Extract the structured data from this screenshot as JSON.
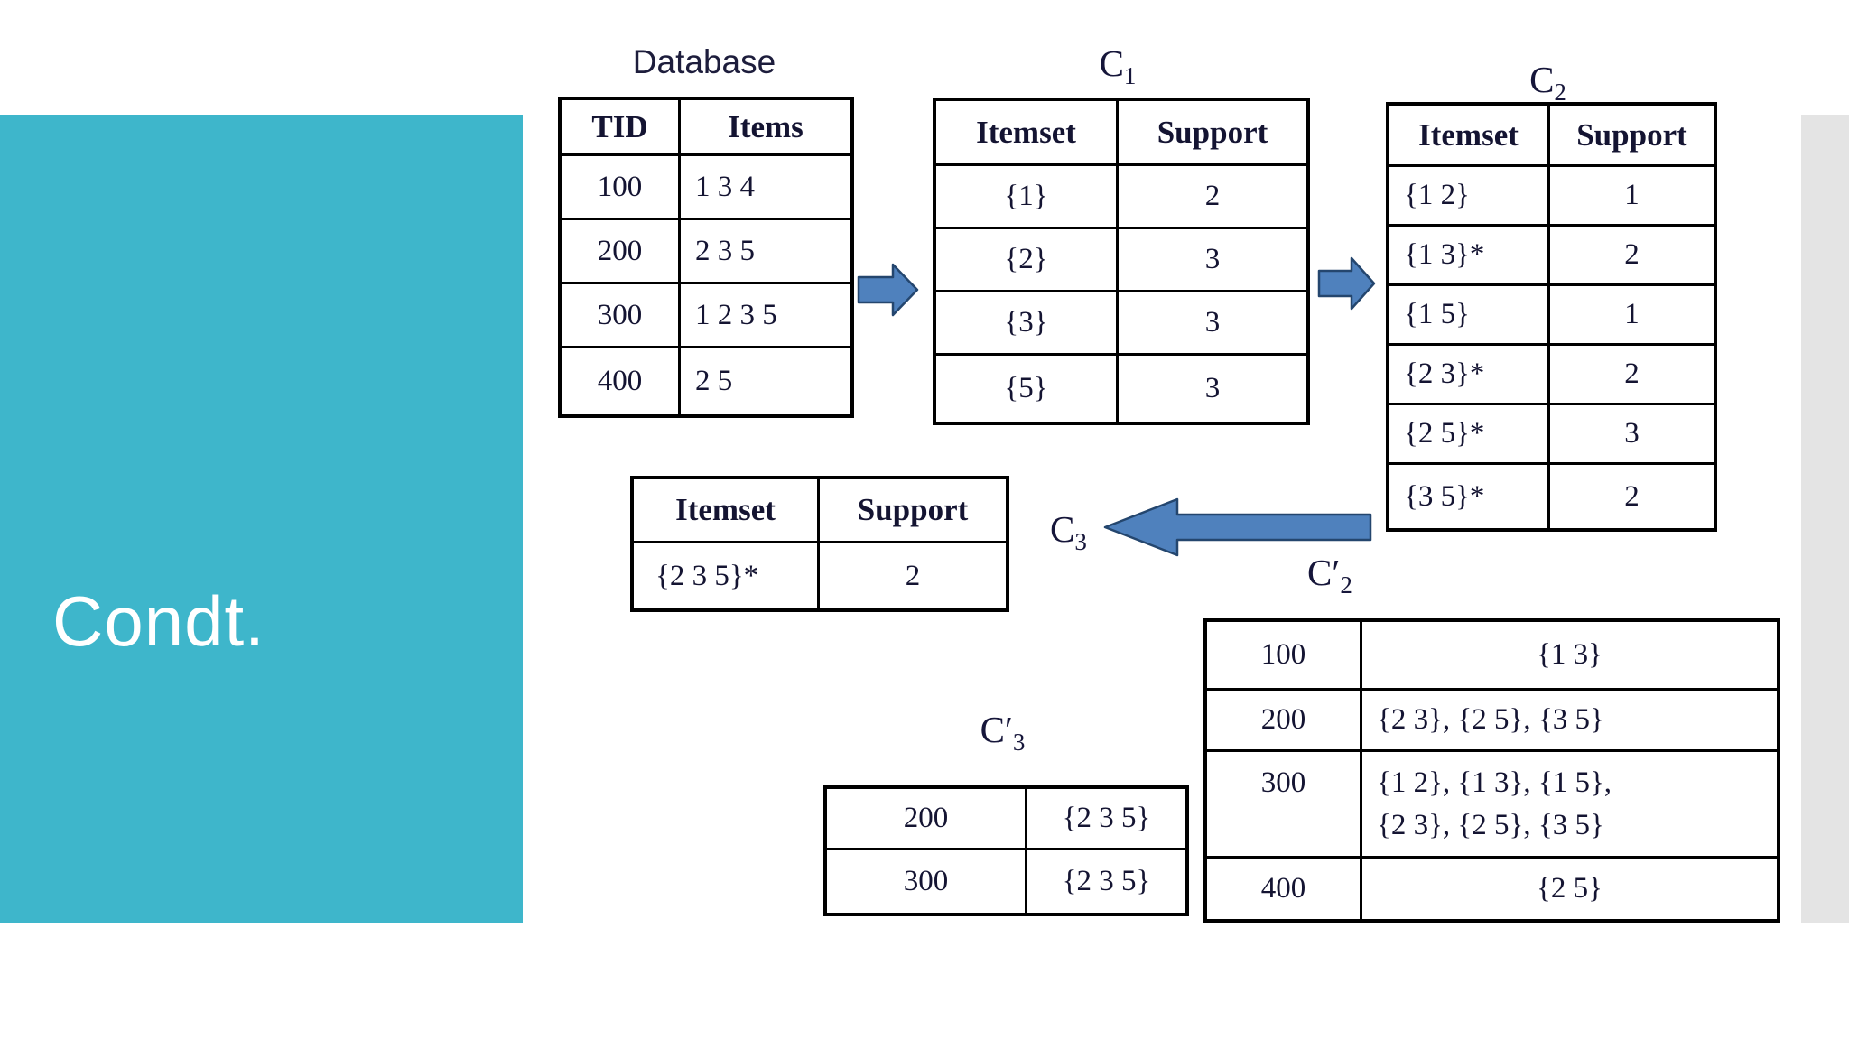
{
  "panel": {
    "title": "Condt."
  },
  "labels": {
    "database": "Database",
    "c1": {
      "base": "C",
      "sub": "1"
    },
    "c2": {
      "base": "C",
      "sub": "2"
    },
    "c3": {
      "base": "C",
      "sub": "3"
    },
    "c2_prime": {
      "base": "C′",
      "sub": "2"
    },
    "c3_prime": {
      "base": "C′",
      "sub": "3"
    }
  },
  "database_table": {
    "headers": [
      "TID",
      "Items"
    ],
    "rows": [
      [
        "100",
        "1 3 4"
      ],
      [
        "200",
        "2 3 5"
      ],
      [
        "300",
        "1 2 3 5"
      ],
      [
        "400",
        "2 5"
      ]
    ]
  },
  "c1_table": {
    "headers": [
      "Itemset",
      "Support"
    ],
    "rows": [
      [
        "{1}",
        "2"
      ],
      [
        "{2}",
        "3"
      ],
      [
        "{3}",
        "3"
      ],
      [
        "{5}",
        "3"
      ]
    ]
  },
  "c2_table": {
    "headers": [
      "Itemset",
      "Support"
    ],
    "rows": [
      [
        "{1 2}",
        "1"
      ],
      [
        "{1 3}*",
        "2"
      ],
      [
        "{1 5}",
        "1"
      ],
      [
        "{2 3}*",
        "2"
      ],
      [
        "{2 5}*",
        "3"
      ],
      [
        "{3 5}*",
        "2"
      ]
    ]
  },
  "l3_table": {
    "headers": [
      "Itemset",
      "Support"
    ],
    "rows": [
      [
        "{2 3 5}*",
        "2"
      ]
    ]
  },
  "c2_scan_table": {
    "rows": [
      [
        "100",
        "{1 3}"
      ],
      [
        "200",
        "{2 3}, {2 5}, {3 5}"
      ],
      [
        "300",
        [
          "{1 2}, {1 3}, {1 5},",
          "{2 3}, {2 5}, {3 5}"
        ]
      ],
      [
        "400",
        "{2 5}"
      ]
    ]
  },
  "c3_scan_table": {
    "rows": [
      [
        "200",
        "{2 3 5}"
      ],
      [
        "300",
        "{2 3 5}"
      ]
    ]
  },
  "icons": {
    "arrow_right": "block-arrow-right",
    "arrow_left": "block-arrow-left"
  },
  "colors": {
    "teal_panel": "#3EB6CB",
    "gray_strip": "#E4E4E4",
    "arrow_fill": "#4F81BD",
    "arrow_outline": "#24466E",
    "table_text": "#141432"
  }
}
